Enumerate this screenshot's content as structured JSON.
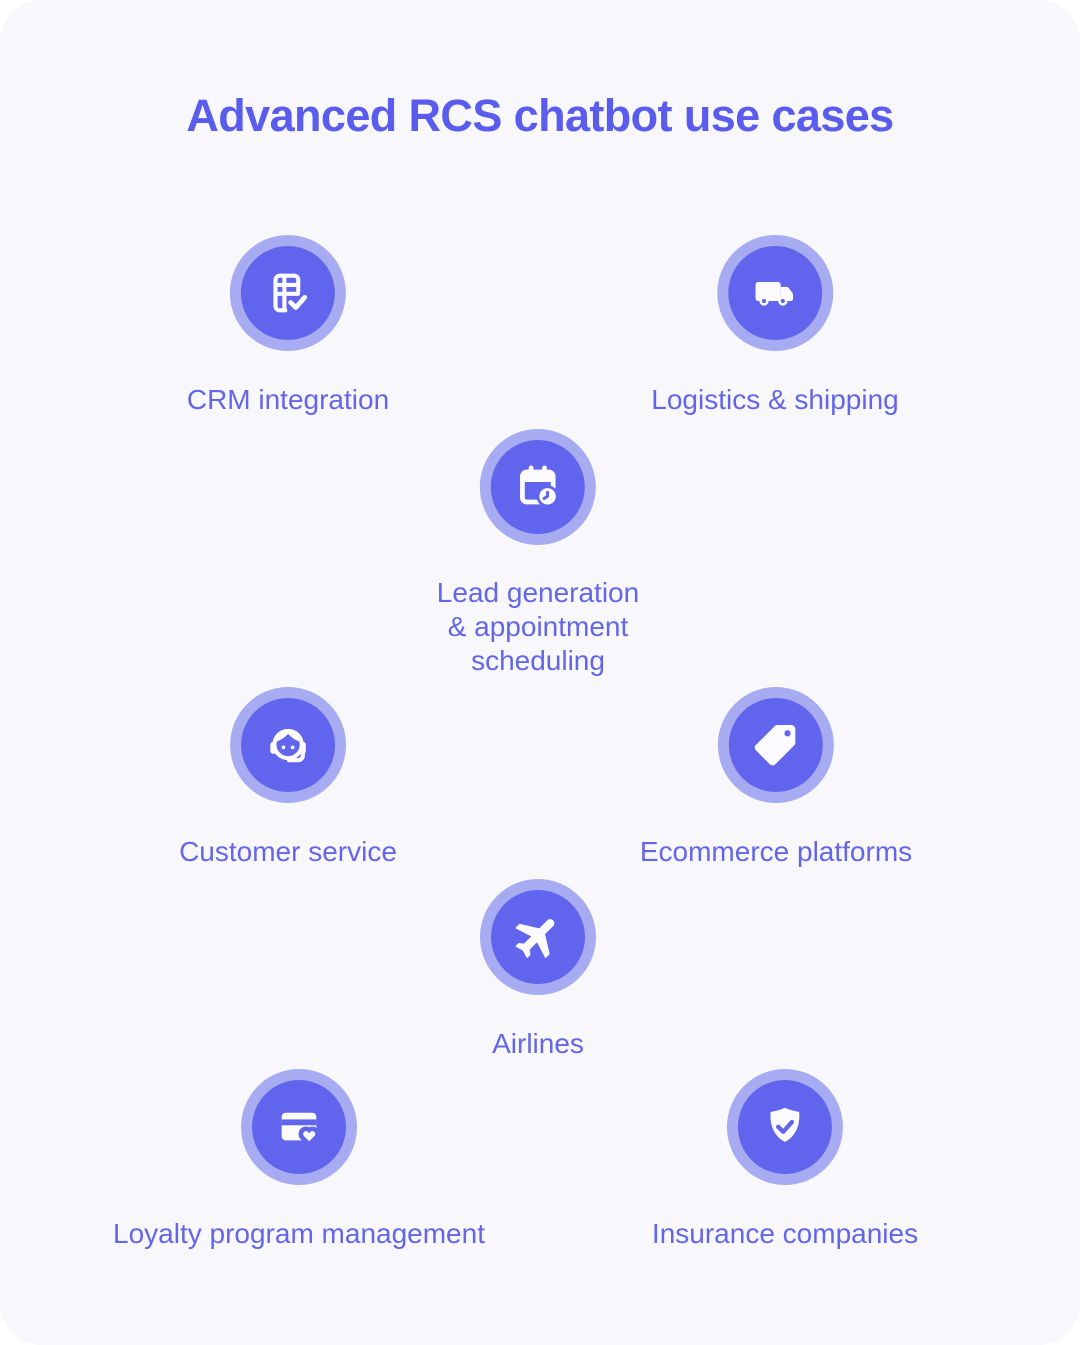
{
  "title": "Advanced RCS chatbot use cases",
  "colors": {
    "card_bg": "#f7f7fc",
    "halo": "#a7acf2",
    "circle": "#6165ee",
    "icon": "#fafaff",
    "title_text": "#5a5cee",
    "label_text": "#6366e8"
  },
  "use_cases": [
    {
      "id": "crm-integration",
      "label": "CRM integration",
      "icon": "table-check-icon"
    },
    {
      "id": "logistics-shipping",
      "label": "Logistics & shipping",
      "icon": "truck-icon"
    },
    {
      "id": "lead-generation-appointment-scheduling",
      "label": "Lead generation\n& appointment\nscheduling",
      "icon": "calendar-clock-icon"
    },
    {
      "id": "customer-service",
      "label": "Customer service",
      "icon": "headset-agent-icon"
    },
    {
      "id": "ecommerce-platforms",
      "label": "Ecommerce platforms",
      "icon": "price-tag-icon"
    },
    {
      "id": "airlines",
      "label": "Airlines",
      "icon": "airplane-icon"
    },
    {
      "id": "loyalty-program-management",
      "label": "Loyalty program management",
      "icon": "card-heart-icon"
    },
    {
      "id": "insurance-companies",
      "label": "Insurance companies",
      "icon": "shield-check-icon"
    }
  ]
}
